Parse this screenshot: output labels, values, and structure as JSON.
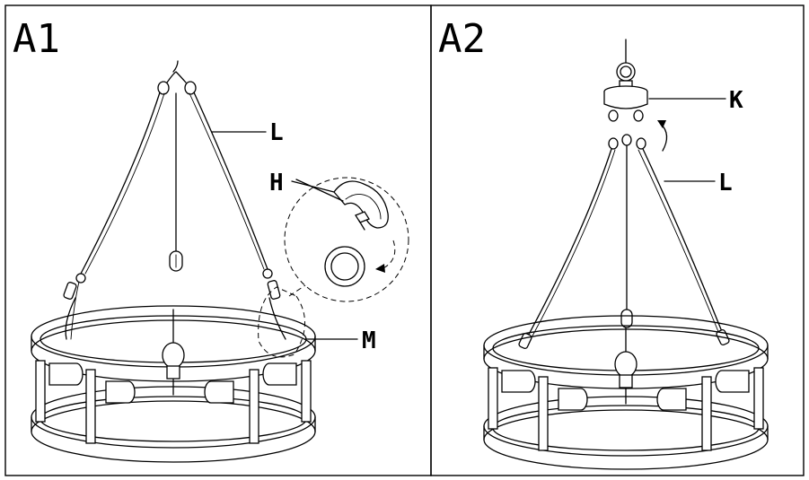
{
  "panels": [
    {
      "id": "A1",
      "labels": {
        "cables": "L",
        "hook": "H",
        "detail": "M"
      }
    },
    {
      "id": "A2",
      "labels": {
        "canopy": "K",
        "cables": "L"
      }
    }
  ]
}
